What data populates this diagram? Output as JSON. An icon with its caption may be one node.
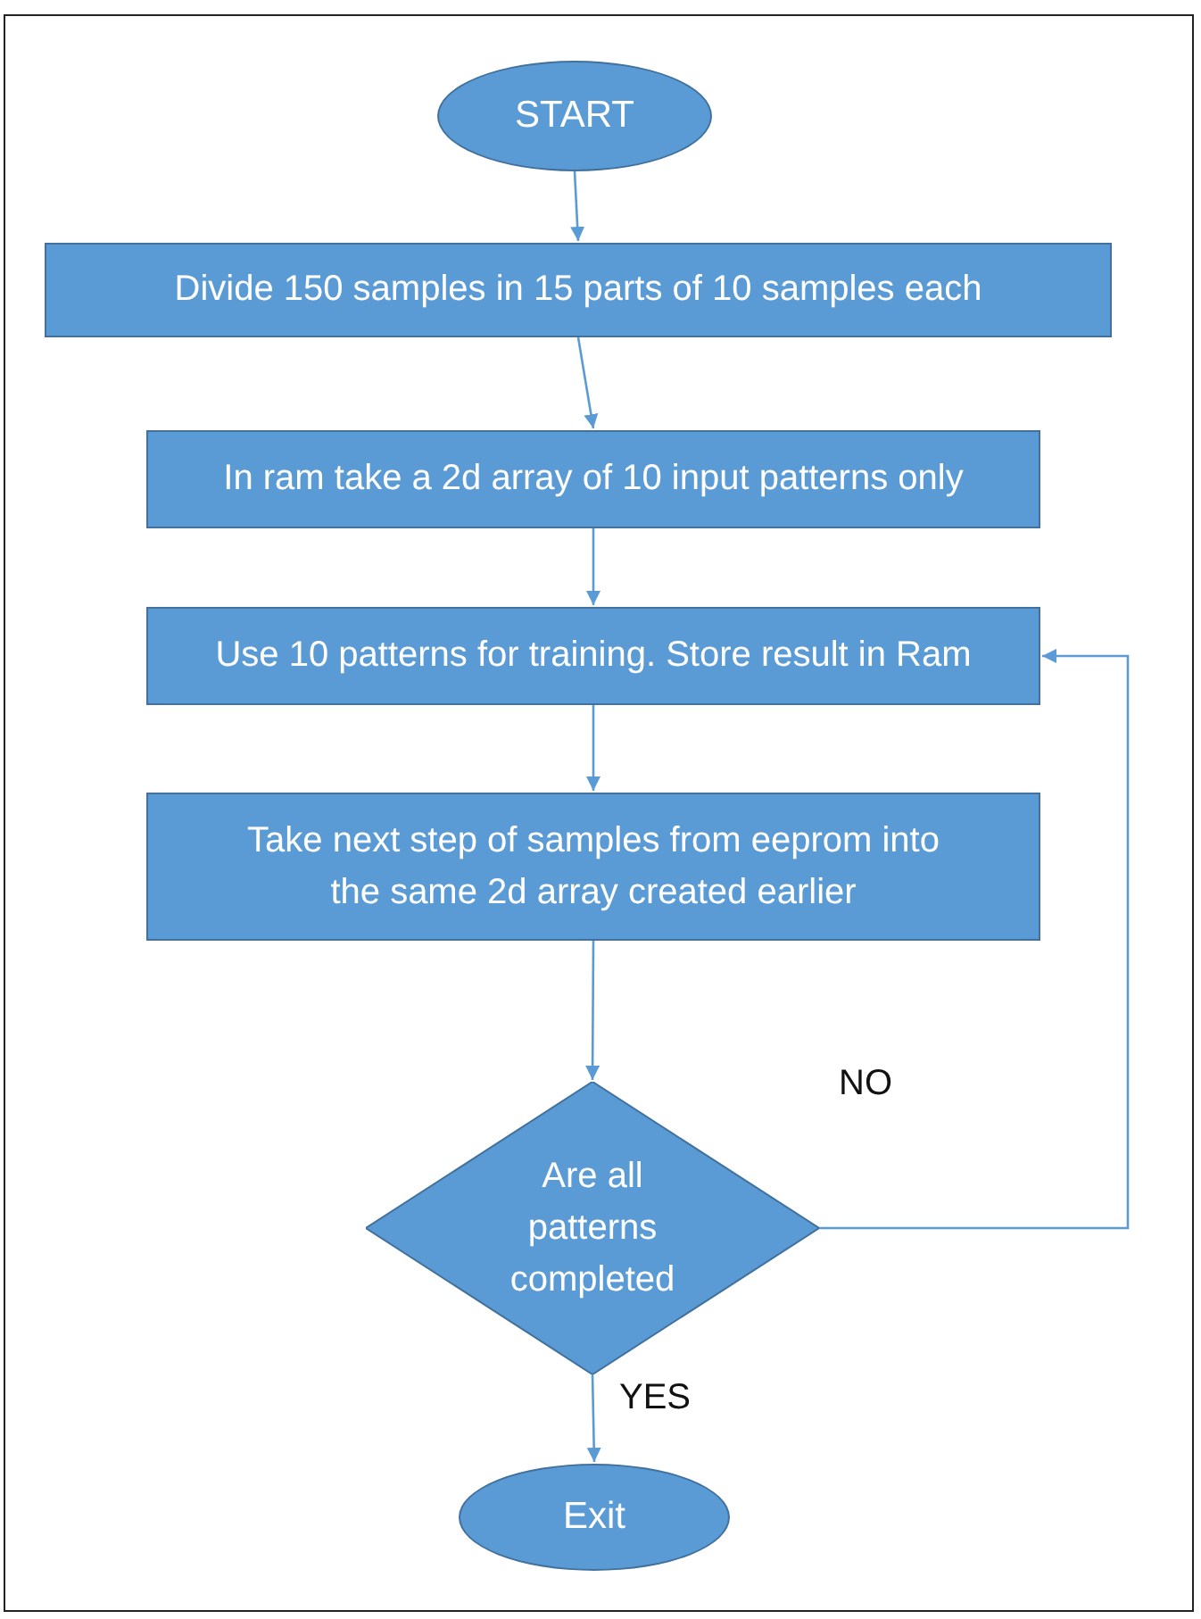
{
  "diagram": {
    "nodes": [
      {
        "text": [
          "START"
        ]
      },
      {
        "text": [
          "Divide 150 samples in 15 parts of 10 samples each"
        ]
      },
      {
        "text": [
          "In ram take a 2d array of 10 input patterns only"
        ]
      },
      {
        "text": [
          "Use 10 patterns for training. Store result in Ram"
        ]
      },
      {
        "text": [
          "Take next step of samples from eeprom into the same 2d array created earlier"
        ]
      },
      {
        "text": [
          "Are all patterns completed"
        ]
      },
      {
        "text": [
          "Exit"
        ]
      }
    ],
    "edges": [
      {
        "from": 0,
        "to": 1,
        "arrow": "to"
      },
      {
        "from": 1,
        "to": 2,
        "arrow": "to"
      },
      {
        "from": 2,
        "to": 3,
        "arrow": "to"
      },
      {
        "from": 3,
        "to": 4,
        "arrow": "to"
      },
      {
        "from": 4,
        "to": 5,
        "arrow": "to"
      },
      {
        "from": 5,
        "to": 3,
        "arrow": "to",
        "label": "NO"
      },
      {
        "from": 5,
        "to": 6,
        "arrow": "to",
        "label": "YES"
      }
    ]
  }
}
